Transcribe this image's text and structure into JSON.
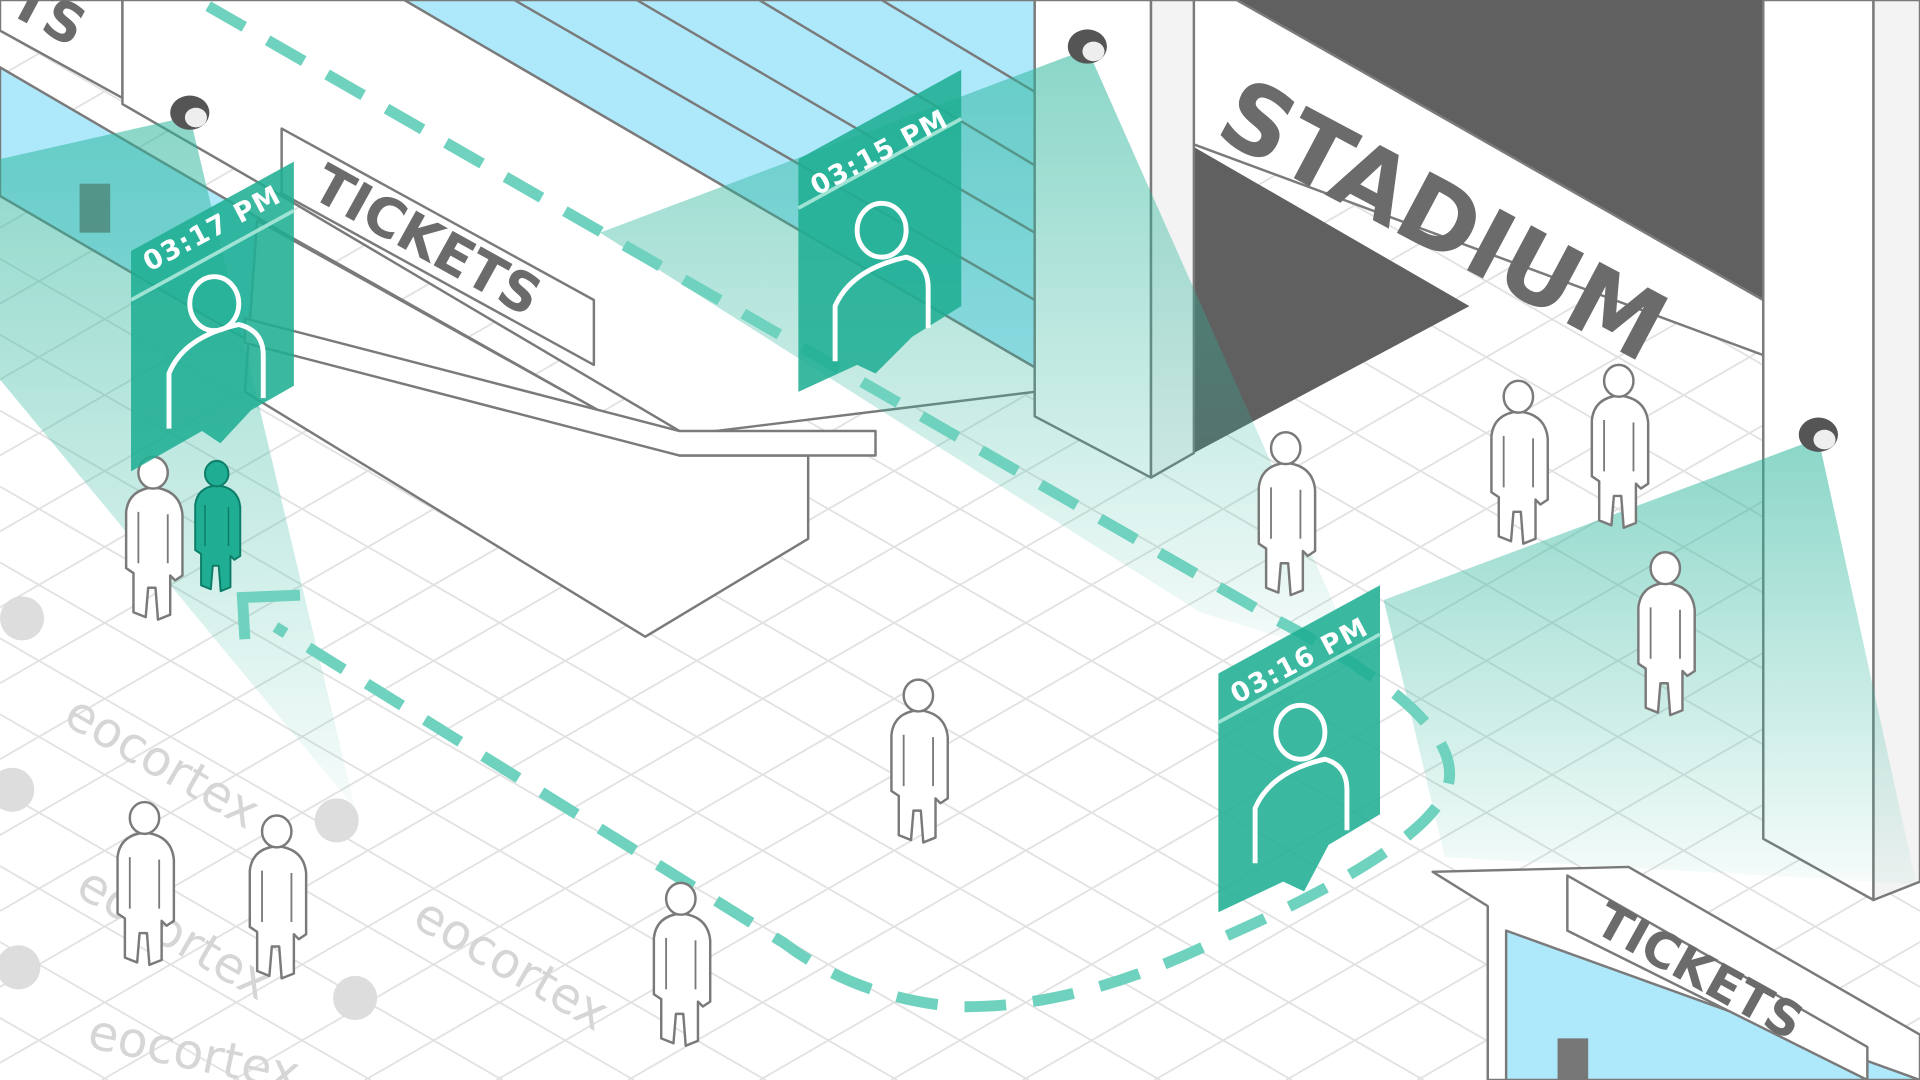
{
  "scene": {
    "colors": {
      "teal": "#1fae93",
      "teal_light": "#7fd6c5",
      "glass_blue": "#aee8fb",
      "dark_gray": "#606060",
      "grid": "#e2e2e2",
      "outline": "#7a7a7a"
    },
    "signs": {
      "booth_top_left_partial": "TS",
      "booth_left": "TICKETS",
      "stadium": "STADIUM",
      "booth_bottom_right": "TICKETS"
    },
    "detections": [
      {
        "time": "03:17 PM",
        "icon": "person-icon"
      },
      {
        "time": "03:15 PM",
        "icon": "person-icon"
      },
      {
        "time": "03:16 PM",
        "icon": "person-icon"
      }
    ],
    "watermark": "eocortex",
    "cameras": [
      "dome-camera-icon",
      "dome-camera-icon",
      "dome-camera-icon"
    ]
  }
}
